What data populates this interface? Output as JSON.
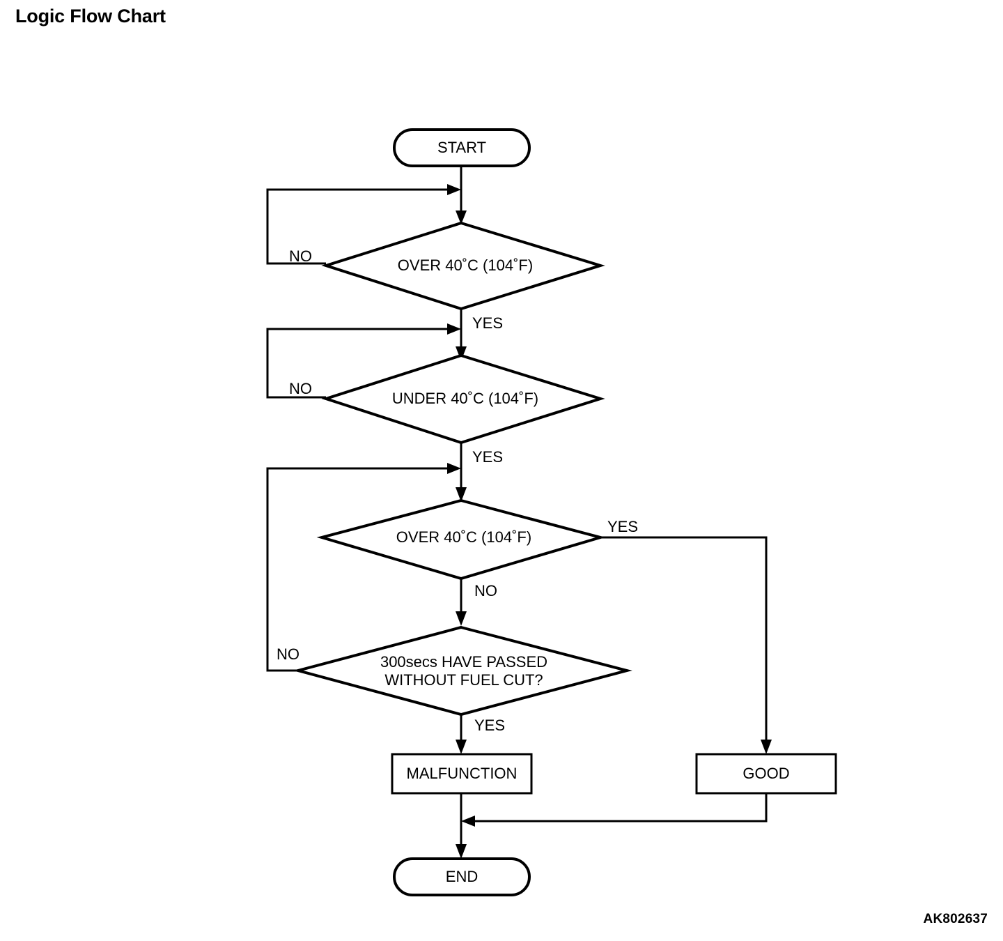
{
  "page": {
    "title": "Logic Flow Chart",
    "figure_id": "AK802637",
    "background_color": "#ffffff",
    "line_color": "#000000"
  },
  "chart_data": {
    "type": "diagram",
    "diagram_kind": "flowchart",
    "title": "Logic Flow Chart",
    "nodes": [
      {
        "id": "start",
        "shape": "stadium",
        "label": "START"
      },
      {
        "id": "d1",
        "shape": "diamond",
        "label": "OVER 40˚C (104˚F)"
      },
      {
        "id": "d2",
        "shape": "diamond",
        "label": "UNDER 40˚C (104˚F)"
      },
      {
        "id": "d3",
        "shape": "diamond",
        "label": "OVER 40˚C (104˚F)"
      },
      {
        "id": "d4",
        "shape": "diamond",
        "label_line1": "300secs HAVE PASSED",
        "label_line2": "WITHOUT FUEL CUT?"
      },
      {
        "id": "malfunction",
        "shape": "rect",
        "label": "MALFUNCTION"
      },
      {
        "id": "good",
        "shape": "rect",
        "label": "GOOD"
      },
      {
        "id": "end",
        "shape": "stadium",
        "label": "END"
      }
    ],
    "edges": [
      {
        "from": "start",
        "to": "d1",
        "label": ""
      },
      {
        "from": "d1",
        "to": "d1",
        "label": "NO"
      },
      {
        "from": "d1",
        "to": "d2",
        "label": "YES"
      },
      {
        "from": "d2",
        "to": "d2",
        "label": "NO"
      },
      {
        "from": "d2",
        "to": "d3",
        "label": "YES"
      },
      {
        "from": "d3",
        "to": "good",
        "label": "YES"
      },
      {
        "from": "d3",
        "to": "d4",
        "label": "NO"
      },
      {
        "from": "d4",
        "to": "d3",
        "label": "NO"
      },
      {
        "from": "d4",
        "to": "malfunction",
        "label": "YES"
      },
      {
        "from": "malfunction",
        "to": "end",
        "label": ""
      },
      {
        "from": "good",
        "to": "end",
        "label": ""
      }
    ],
    "edge_labels": {
      "d1_no": "NO",
      "d1_yes": "YES",
      "d2_no": "NO",
      "d2_yes": "YES",
      "d3_yes": "YES",
      "d3_no": "NO",
      "d4_no": "NO",
      "d4_yes": "YES"
    }
  }
}
